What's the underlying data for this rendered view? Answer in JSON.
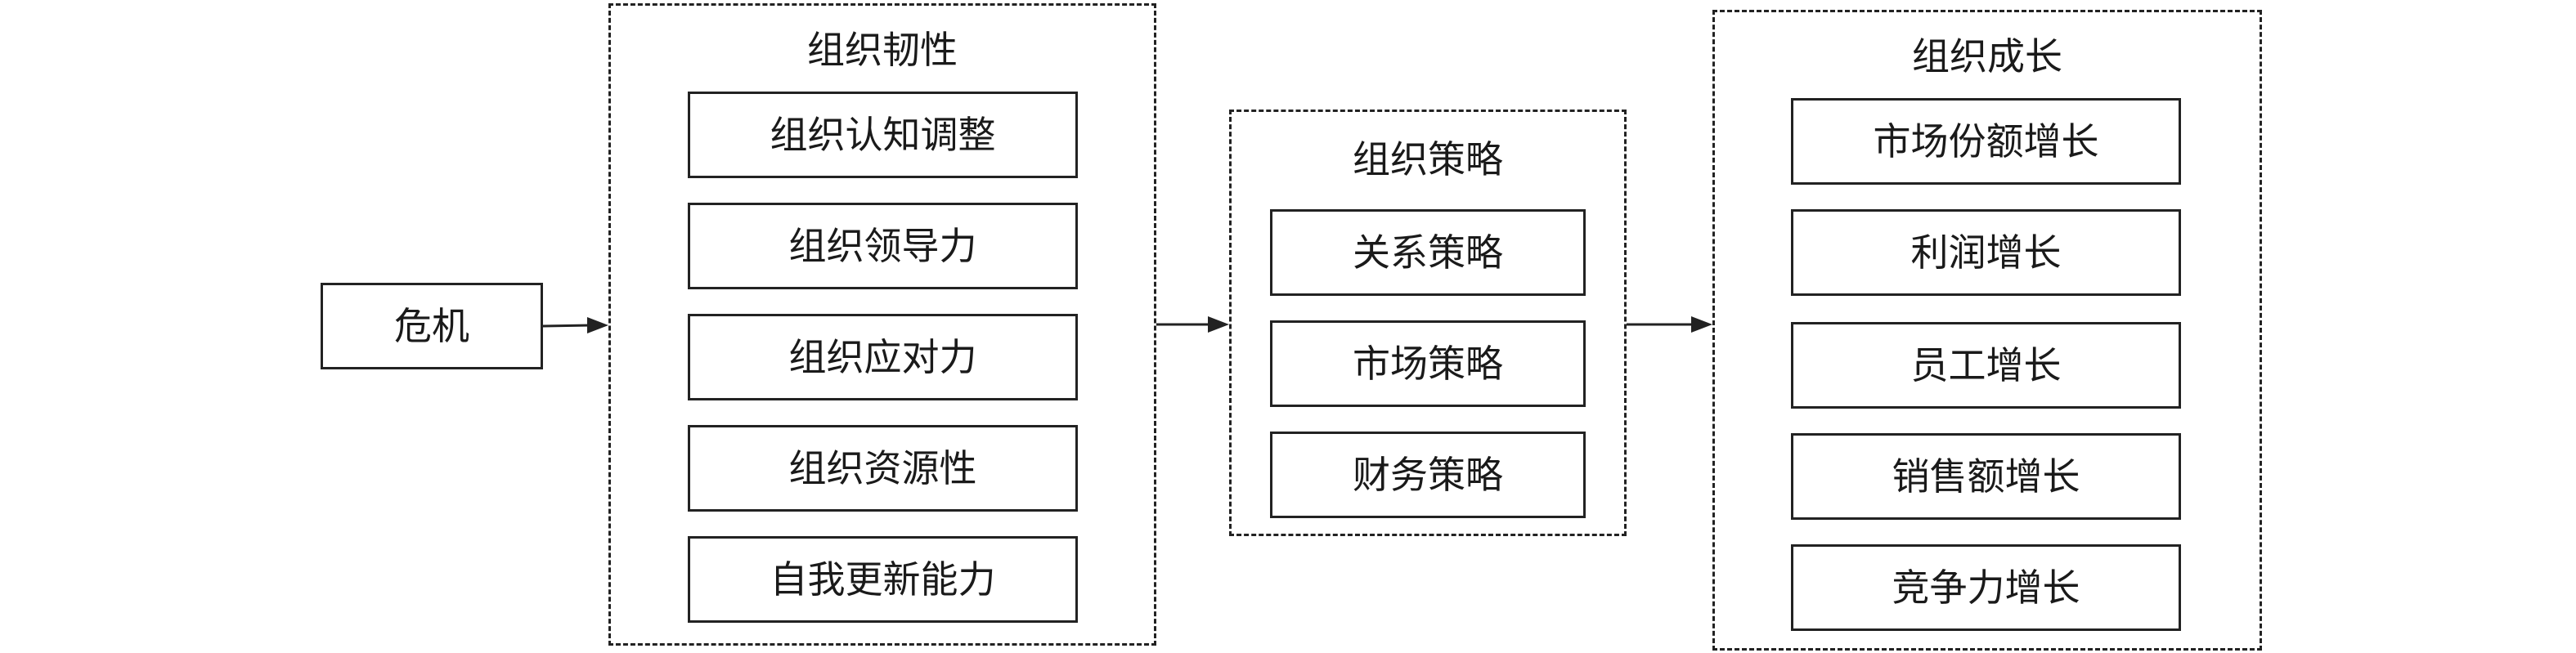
{
  "start": {
    "label": "危机"
  },
  "resilience": {
    "title": "组织韧性",
    "items": [
      "组织认知调整",
      "组织领导力",
      "组织应对力",
      "组织资源性",
      "自我更新能力"
    ]
  },
  "strategy": {
    "title": "组织策略",
    "items": [
      "关系策略",
      "市场策略",
      "财务策略"
    ]
  },
  "growth": {
    "title": "组织成长",
    "items": [
      "市场份额增长",
      "利润增长",
      "员工增长",
      "销售额增长",
      "竞争力增长"
    ]
  }
}
